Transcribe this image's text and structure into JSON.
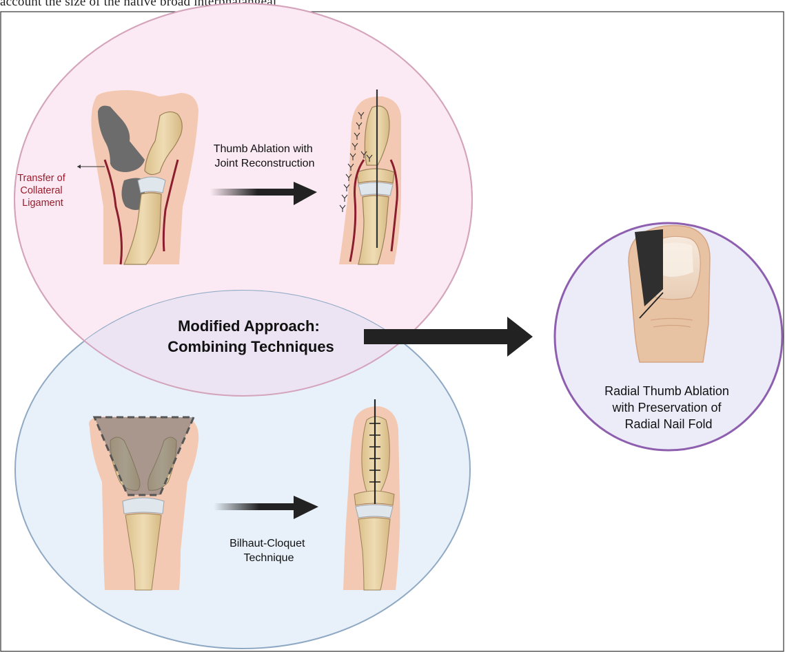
{
  "page": {
    "top_text": "account the size of the native broad interphalangeal"
  },
  "diagram": {
    "top_panel": {
      "side_label": [
        "Transfer of",
        "Collateral",
        "Ligament"
      ],
      "arrow_label": [
        "Thumb Ablation with",
        "Joint Reconstruction"
      ]
    },
    "center_label": [
      "Modified Approach:",
      "Combining Techniques"
    ],
    "bottom_panel": {
      "arrow_label": [
        "Bilhaut-Cloquet",
        "Technique"
      ]
    },
    "result_panel": {
      "label": [
        "Radial Thumb Ablation",
        "with Preservation of",
        "Radial Nail Fold"
      ]
    },
    "colors": {
      "top_circle_fill": "#fbeaf3",
      "top_circle_stroke": "#d4a4bb",
      "bottom_circle_fill": "#e8f1fa",
      "bottom_circle_stroke": "#8fa9c4",
      "overlap_fill": "#ece3f3",
      "result_circle_fill": "#ecebf8",
      "result_circle_stroke": "#8e5fae",
      "skin": "#f3c9b3",
      "bone": "#e9d4a8",
      "ligament": "#8a1d2e",
      "label_red": "#9b1c2c",
      "arrow": "#222222"
    }
  }
}
